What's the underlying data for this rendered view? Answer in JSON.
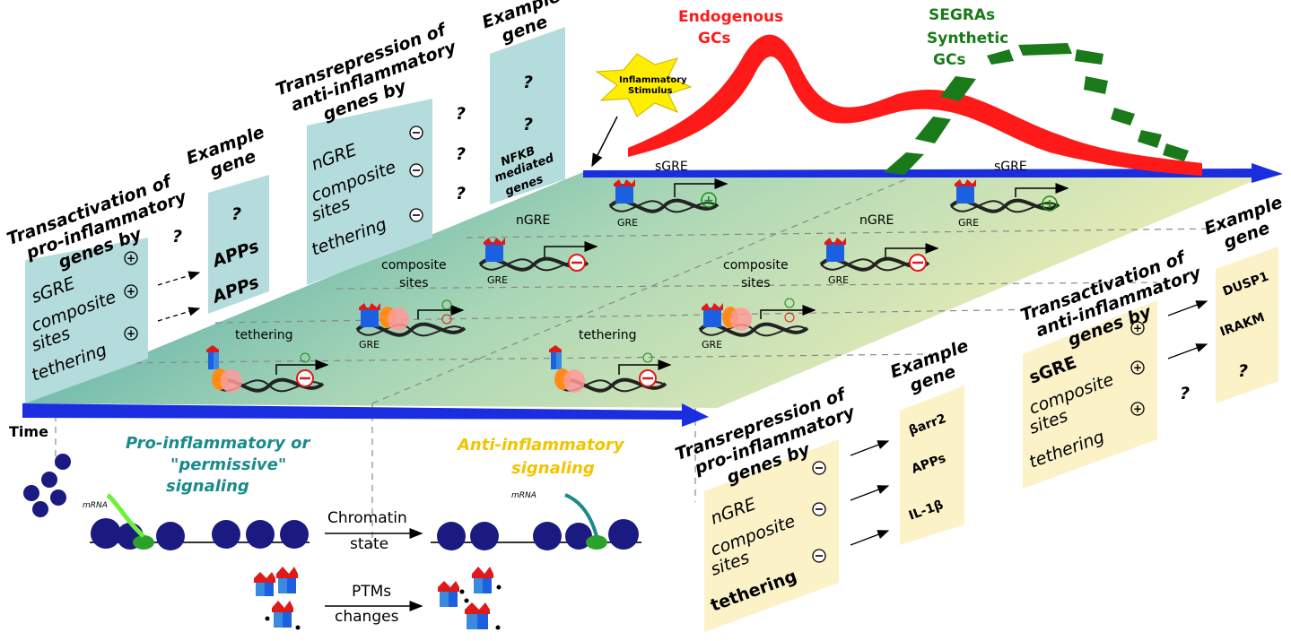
{
  "curves": {
    "endogenous": [
      "Endogenous",
      "GCs"
    ],
    "segras": "SEGRAs",
    "synthetic": [
      "Synthetic",
      "GCs"
    ],
    "endogenous_color": "#ff1a1a",
    "synthetic_color": "#1a7a1a"
  },
  "stimulus": [
    "Inflammatory",
    "Stimulus"
  ],
  "time_label": "Time",
  "plane_labels": {
    "sgre_left": "sGRE",
    "sgre_right": "sGRE",
    "ngre_left": "nGRE",
    "ngre_right": "nGRE",
    "composite_left": [
      "composite",
      "sites"
    ],
    "composite_right": [
      "composite",
      "sites"
    ],
    "tethering_left": "tethering",
    "tethering_right": "tethering",
    "gre": "GRE"
  },
  "panel_tl": {
    "heading": [
      "Transactivation of",
      "pro-inflammatory",
      "genes by"
    ],
    "items": [
      "sGRE",
      "composite",
      "sites",
      "tethering"
    ],
    "question": "?",
    "example_heading": [
      "Example",
      "gene"
    ],
    "examples": [
      "?",
      "APPs",
      "APPs"
    ]
  },
  "panel_tm": {
    "heading": [
      "Transrepression of",
      "anti-inflammatory",
      "genes by"
    ],
    "items": [
      "nGRE",
      "composite",
      "sites",
      "tethering"
    ],
    "questions": [
      "?",
      "?",
      "?"
    ],
    "example_heading": [
      "Example",
      "gene"
    ],
    "examples": [
      "?",
      "?",
      "NFKB",
      "mediated",
      "genes"
    ]
  },
  "panel_br": {
    "heading": [
      "Transrepression of",
      "pro-inflammatory",
      "genes by"
    ],
    "items": [
      "nGRE",
      "composite",
      "sites",
      "tethering"
    ],
    "example_heading": [
      "Example",
      "gene"
    ],
    "examples": [
      "βarr2",
      "APPs",
      "IL-1β"
    ]
  },
  "panel_rr": {
    "heading": [
      "Transactivation of",
      "anti-inflammatory",
      "genes by"
    ],
    "items": [
      "sGRE",
      "composite",
      "sites",
      "tethering"
    ],
    "question": "?",
    "example_heading": [
      "Example",
      "gene"
    ],
    "examples": [
      "DUSP1",
      "IRAKM",
      "?"
    ]
  },
  "signaling": {
    "pro": [
      "Pro-inflammatory or",
      "\"permissive\"",
      "signaling"
    ],
    "anti": [
      "Anti-inflammatory",
      "signaling"
    ],
    "pro_color": "#1a8a8a",
    "anti_color": "#f2c400"
  },
  "chromatin": {
    "label": [
      "Chromatin",
      "state"
    ],
    "ptm": [
      "PTMs",
      "changes"
    ],
    "mrna": "mRNA"
  }
}
